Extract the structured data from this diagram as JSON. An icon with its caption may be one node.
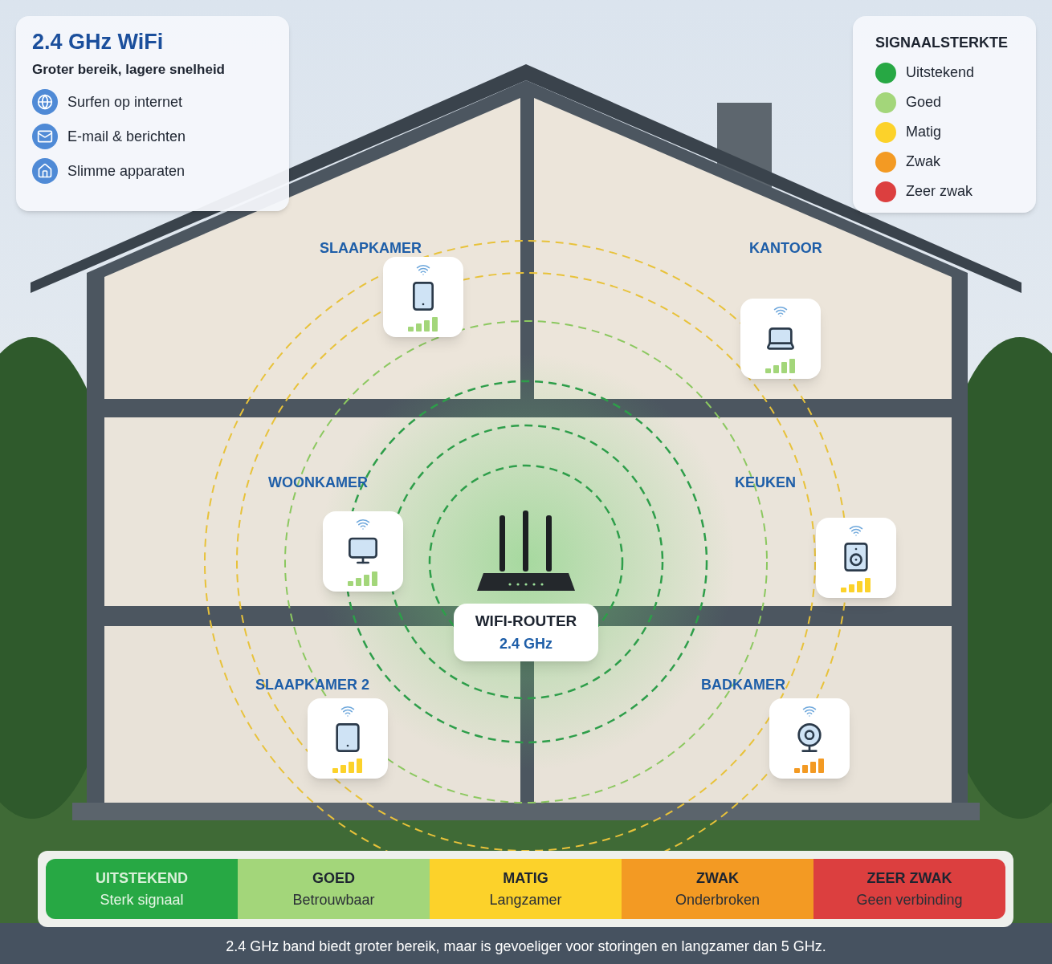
{
  "diagram": {
    "caption": "2.4 GHz band biedt groter bereik, maar is gevoeliger voor storingen en langzamer dan 5 GHz.",
    "nodes": [
      {
        "text": [
          "2.4 GHz WiFi",
          "Groter bereik, lagere snelheid",
          "Surfen op internet",
          "E-mail & berichten",
          "Slimme apparaten"
        ]
      },
      {
        "text": [
          "SLAAPKAMER"
        ]
      },
      {
        "text": [],
        "shape": "picture",
        "in": 1
      },
      {
        "text": [
          "KANTOOR"
        ]
      },
      {
        "text": [],
        "shape": "picture",
        "in": 3
      },
      {
        "text": [
          "WOONKAMER"
        ]
      },
      {
        "text": [],
        "shape": "picture",
        "in": 5
      },
      {
        "text": [
          "KEUKEN"
        ]
      },
      {
        "text": [],
        "shape": "picture",
        "in": 7
      },
      {
        "text": [],
        "shape": "picture"
      },
      {
        "text": [
          "WIFI-ROUTER",
          "2.4 GHz"
        ]
      },
      {
        "text": [
          "SLAAPKAMER 2"
        ]
      },
      {
        "text": [],
        "shape": "picture",
        "in": 11
      },
      {
        "text": [
          "BADKAMER"
        ]
      },
      {
        "text": [],
        "shape": "picture",
        "in": 13
      },
      {
        "text": [],
        "shape": "bar"
      },
      {
        "text": [
          "UITSTEKEND",
          "Sterk signaal"
        ],
        "in": 15
      },
      {
        "text": [
          "GOED",
          "Betrouwbaar"
        ],
        "in": 15
      },
      {
        "text": [
          "MATIG",
          "Langzamer"
        ],
        "in": 15
      },
      {
        "text": [
          "ZWAK",
          "Onderbroken"
        ],
        "in": 15
      },
      {
        "text": [
          "ZEER ZWAK",
          "Geen verbinding"
        ],
        "in": 15
      }
    ],
    "labels": [
      "SIGNAALSTERKTE"
    ],
    "legend": [
      {
        "text": "Uitstekend",
        "color": "#27a844"
      },
      {
        "text": "Goed",
        "color": "#a3d67a"
      },
      {
        "text": "Matig",
        "color": "#fcd22a"
      },
      {
        "text": "Zwak",
        "color": "#f39a23"
      },
      {
        "text": "Zeer zwak",
        "color": "#dc3f3f"
      }
    ]
  }
}
